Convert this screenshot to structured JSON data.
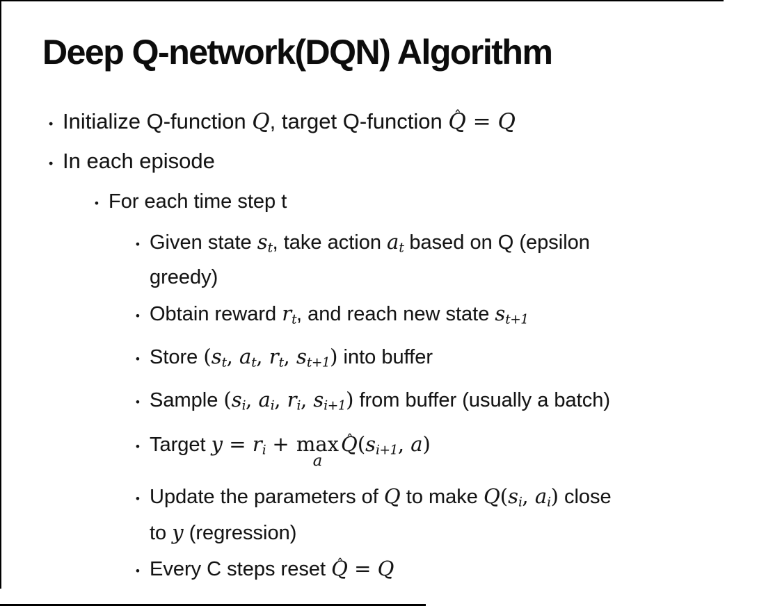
{
  "slide": {
    "title": "Deep Q-network(DQN) Algorithm"
  },
  "glyphs": {
    "bullet": "•",
    "hat": "ˆ"
  },
  "colors": {
    "background": "#ffffff",
    "text": "#141414",
    "edge": "#000000"
  },
  "c": {
    "r1": {
      "t1": "Initialize Q-function ",
      "m1": "Q",
      "t2": ", target Q-function ",
      "hat": "Q",
      "e1": " = ",
      "m2": "Q"
    },
    "r2": {
      "t1": "In each episode"
    },
    "r3": {
      "t1": "For each time step t"
    },
    "r4": {
      "t1": "Given state ",
      "m1": "s",
      "s1": "t",
      "t2": ", take action ",
      "m2": "a",
      "s2": "t",
      "t3": " based on Q (epsilon",
      "t4": "greedy)"
    },
    "r5": {
      "t1": "Obtain reward ",
      "m1": "r",
      "s1": "t",
      "t2": ", and reach new state ",
      "m2": "s",
      "s2": "t+1"
    },
    "r6": {
      "t1": "Store ",
      "p1": "(",
      "m1": "s",
      "s1": "t",
      "c1": ", ",
      "m2": "a",
      "s2": "t",
      "c2": ", ",
      "m3": "r",
      "s3": "t",
      "c3": ", ",
      "m4": "s",
      "s4": "t+1",
      "p2": ")",
      "t2": " into buffer"
    },
    "r7": {
      "t1": "Sample ",
      "p1": "(",
      "m1": "s",
      "s1": "i",
      "c1": ", ",
      "m2": "a",
      "s2": "i",
      "c2": ", ",
      "m3": "r",
      "s3": "i",
      "c3": ", ",
      "m4": "s",
      "s4": "i+1",
      "p2": ")",
      "t2": " from buffer (usually a batch)"
    },
    "r8": {
      "t1": "Target ",
      "m1": "y",
      "e1": " = ",
      "m2": "r",
      "s1": "i",
      "e2": " + ",
      "max": "max",
      "under": "a",
      "hat": "Q",
      "p1": "(",
      "m3": "s",
      "s2": "i+1",
      "c1": ", ",
      "m4": "a",
      "p2": ")"
    },
    "r9": {
      "t1": "Update the parameters of ",
      "m1": "Q",
      "t2": " to make ",
      "m2": "Q",
      "p1": "(",
      "m3": "s",
      "s1": "i",
      "c1": ", ",
      "m4": "a",
      "s2": "i",
      "p2": ")",
      "t3": " close",
      "t4": "to ",
      "m5": "y",
      "t5": " (regression)"
    },
    "r10": {
      "t1": "Every C steps reset ",
      "hat": "Q",
      "e1": " = ",
      "m1": "Q"
    }
  }
}
